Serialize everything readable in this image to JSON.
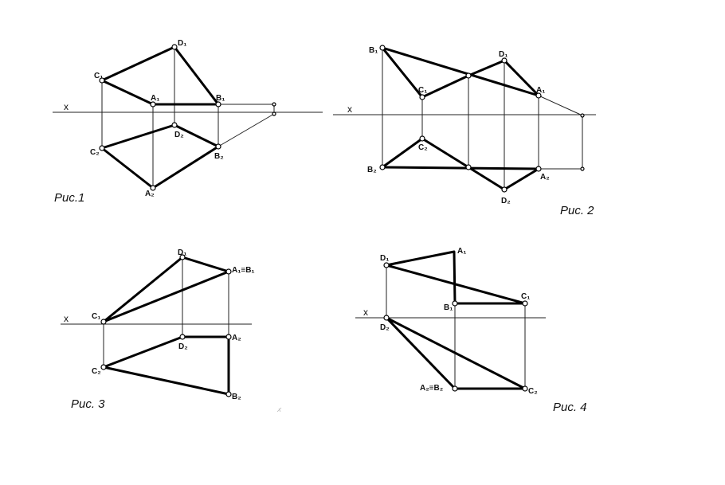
{
  "figures": [
    {
      "caption": "Рис.1",
      "axis_label": "x",
      "labels": {
        "A1": "A₁",
        "B1": "B₁",
        "C1": "C₁",
        "D1": "D₁",
        "A2": "A₂",
        "B2": "B₂",
        "C2": "C₂",
        "D2": "D₂"
      }
    },
    {
      "caption": "Рис. 2",
      "axis_label": "x",
      "labels": {
        "A1": "A₁",
        "B1": "B₁",
        "C1": "C₁",
        "D1": "D₁",
        "A2": "A₂",
        "B2": "B₂",
        "C2": "C₂",
        "D2": "D₂"
      }
    },
    {
      "caption": "Рис. 3",
      "axis_label": "x",
      "labels": {
        "A1B1": "A₁≡B₁",
        "C1": "C₁",
        "D1": "D₁",
        "A2": "A₂",
        "B2": "B₂",
        "C2": "C₂",
        "D2": "D₂"
      }
    },
    {
      "caption": "Рис. 4",
      "axis_label": "x",
      "labels": {
        "A1": "A₁",
        "B1": "B₁",
        "C1": "C₁",
        "D1": "D₁",
        "A2B2": "A₂≡B₂",
        "C2": "C₂",
        "D2": "D₂"
      }
    }
  ],
  "colors": {
    "line": "#000000",
    "background": "#ffffff"
  }
}
